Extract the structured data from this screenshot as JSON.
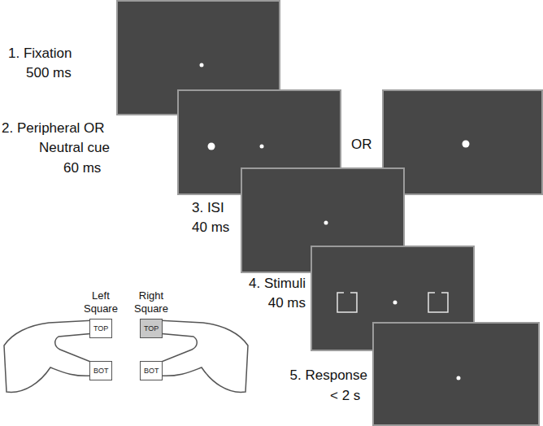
{
  "diagram": {
    "nodes": [
      {
        "text": [
          "1. Fixation",
          "500 ms"
        ]
      },
      {
        "text": [
          "2. Peripheral OR",
          "Neutral cue",
          "60 ms"
        ]
      },
      {
        "text": [
          "3. ISI",
          "40 ms"
        ]
      },
      {
        "text": [
          "4. Stimuli",
          "40 ms"
        ]
      },
      {
        "text": [
          "5. Response",
          "< 2 s"
        ]
      },
      {
        "text": [
          "TOP"
        ]
      },
      {
        "text": [
          "TOP"
        ]
      },
      {
        "text": [
          "BOT"
        ]
      },
      {
        "text": [
          "BOT"
        ]
      }
    ],
    "labels": [
      "OR",
      "Left Square",
      "Right Square"
    ]
  }
}
